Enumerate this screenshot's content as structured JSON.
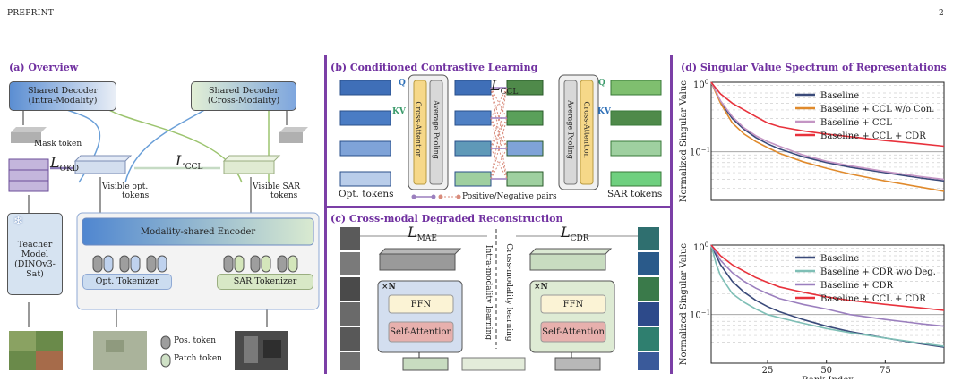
{
  "header": {
    "label": "PREPRINT",
    "page": "2"
  },
  "overview": {
    "title": "(a) Overview",
    "decoder_intra": [
      "Shared Decoder",
      "(Intra-Modality)"
    ],
    "decoder_cross": [
      "Shared Decoder",
      "(Cross-Modality)"
    ],
    "mask_token": "Mask token",
    "loss_okd": "OKD",
    "loss_ccl": "CCL",
    "visible_opt": [
      "Visible opt.",
      "tokens"
    ],
    "visible_sar": [
      "Visible SAR",
      "tokens"
    ],
    "teacher": [
      "Teacher",
      "Model",
      "(DINOv3-Sat)"
    ],
    "encoder": "Modality-shared Encoder",
    "opt_tokenizer": "Opt. Tokenizer",
    "sar_tokenizer": "SAR Tokenizer",
    "pos_token": "Pos. token",
    "patch_token": "Patch token"
  },
  "ccl": {
    "title": "(b) Conditioned Contrastive Learning",
    "loss": "CCL",
    "q": "Q",
    "kv": "KV",
    "cross_attention": "Cross-Attention",
    "average_pooling": "Average Pooling",
    "opt_tokens": "Opt. tokens",
    "sar_tokens": "SAR tokens",
    "pairs": "Positive/Negative pairs"
  },
  "cdr": {
    "title": "(c) Cross-modal Degraded Reconstruction",
    "loss_mae": "MAE",
    "loss_cdr": "CDR",
    "xn": "×N",
    "ffn": "FFN",
    "self_attention": "Self-Attention",
    "intra_learning": "Intra-modality learning",
    "cross_learning": "Cross-modality learning"
  },
  "spectrum": {
    "title": "(d) Singular Value Spectrum of Representations",
    "colors": {
      "baseline": "#3a4a7a",
      "ccl_wo_con": "#e08a2c",
      "ccl": "#c495c4",
      "ccl_cdr": "#e8323c",
      "cdr_wo_deg": "#7fbfb6",
      "cdr": "#9b7fbe"
    }
  },
  "chart_data": [
    {
      "type": "line",
      "ylabel": "Normalized Singular Value",
      "xlabel": "",
      "yscale": "log",
      "xlim": [
        1,
        100
      ],
      "ylim": [
        0.02,
        1
      ],
      "xticks": [],
      "ytick_labels": [
        "10^0",
        "10^-1"
      ],
      "legend_position": "top-right",
      "series": [
        {
          "name": "Baseline",
          "x": [
            1,
            3,
            5,
            10,
            15,
            20,
            25,
            30,
            40,
            50,
            60,
            75,
            90,
            100
          ],
          "values": [
            1.0,
            0.72,
            0.52,
            0.3,
            0.21,
            0.16,
            0.13,
            0.11,
            0.085,
            0.07,
            0.06,
            0.05,
            0.042,
            0.038
          ]
        },
        {
          "name": "Baseline + CCL w/o Con.",
          "x": [
            1,
            3,
            5,
            10,
            15,
            20,
            25,
            30,
            40,
            50,
            60,
            75,
            90,
            100
          ],
          "values": [
            1.0,
            0.7,
            0.5,
            0.26,
            0.18,
            0.14,
            0.115,
            0.095,
            0.072,
            0.058,
            0.048,
            0.038,
            0.031,
            0.027
          ]
        },
        {
          "name": "Baseline + CCL",
          "x": [
            1,
            3,
            5,
            10,
            15,
            20,
            25,
            30,
            40,
            50,
            60,
            75,
            90,
            100
          ],
          "values": [
            1.0,
            0.74,
            0.54,
            0.32,
            0.22,
            0.17,
            0.14,
            0.12,
            0.09,
            0.073,
            0.063,
            0.052,
            0.044,
            0.04
          ]
        },
        {
          "name": "Baseline + CCL + CDR",
          "x": [
            1,
            3,
            5,
            10,
            15,
            20,
            25,
            30,
            40,
            50,
            60,
            75,
            90,
            100
          ],
          "values": [
            1.0,
            0.82,
            0.68,
            0.5,
            0.4,
            0.32,
            0.26,
            0.23,
            0.2,
            0.18,
            0.165,
            0.145,
            0.13,
            0.12
          ]
        }
      ]
    },
    {
      "type": "line",
      "ylabel": "Normalized Singular Value",
      "xlabel": "Rank Index",
      "yscale": "log",
      "xlim": [
        1,
        100
      ],
      "ylim": [
        0.02,
        1
      ],
      "xticks": [
        25,
        50,
        75
      ],
      "ytick_labels": [
        "10^0",
        "10^-1"
      ],
      "legend_position": "top-right",
      "series": [
        {
          "name": "Baseline",
          "x": [
            1,
            3,
            5,
            10,
            15,
            20,
            25,
            30,
            40,
            50,
            60,
            75,
            90,
            100
          ],
          "values": [
            1.0,
            0.72,
            0.52,
            0.3,
            0.21,
            0.16,
            0.13,
            0.11,
            0.085,
            0.068,
            0.057,
            0.046,
            0.038,
            0.034
          ]
        },
        {
          "name": "Baseline + CDR w/o Deg.",
          "x": [
            1,
            3,
            5,
            10,
            15,
            20,
            25,
            30,
            40,
            50,
            60,
            75,
            90,
            100
          ],
          "values": [
            1.0,
            0.55,
            0.36,
            0.2,
            0.15,
            0.12,
            0.1,
            0.09,
            0.075,
            0.063,
            0.055,
            0.046,
            0.039,
            0.035
          ]
        },
        {
          "name": "Baseline + CDR",
          "x": [
            1,
            3,
            5,
            10,
            15,
            20,
            25,
            30,
            40,
            50,
            60,
            75,
            90,
            100
          ],
          "values": [
            1.0,
            0.78,
            0.6,
            0.4,
            0.3,
            0.24,
            0.2,
            0.17,
            0.14,
            0.12,
            0.1,
            0.085,
            0.074,
            0.068
          ]
        },
        {
          "name": "Baseline + CCL + CDR",
          "x": [
            1,
            3,
            5,
            10,
            15,
            20,
            25,
            30,
            40,
            50,
            60,
            75,
            90,
            100
          ],
          "values": [
            1.0,
            0.84,
            0.7,
            0.52,
            0.42,
            0.34,
            0.29,
            0.25,
            0.21,
            0.18,
            0.16,
            0.14,
            0.125,
            0.115
          ]
        }
      ]
    }
  ]
}
